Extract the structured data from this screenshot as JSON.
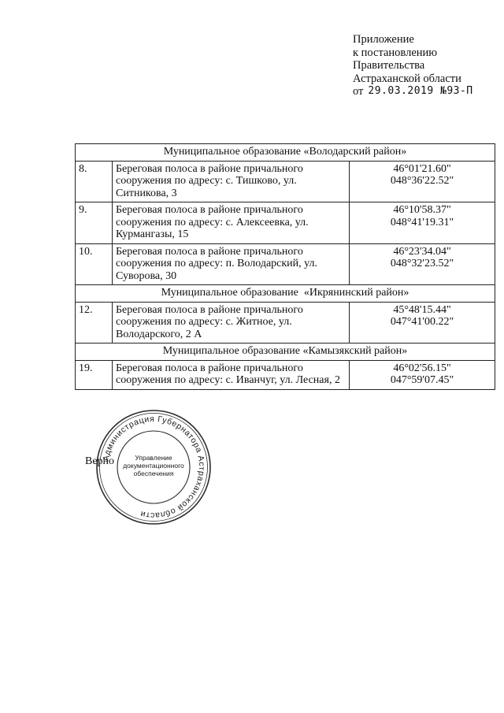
{
  "header": {
    "line1": "Приложение",
    "line2": "к постановлению",
    "line3": "Правительства",
    "line4": "Астраханской области",
    "date_prefix": "от",
    "date_value": "29.03.2019 №93-П"
  },
  "table": {
    "sections": [
      {
        "title": "Муниципальное образование «Володарский район»",
        "rows": [
          {
            "num": "8.",
            "desc": "Береговая полоса в районе причального сооружения по адресу: с. Тишково, ул. Ситникова, 3",
            "lat": "46°01'21.60\"",
            "lon": "048°36'22.52\""
          },
          {
            "num": "9.",
            "desc": "Береговая полоса в районе причального сооружения по адресу: с. Алексеевка, ул. Курмангазы, 15",
            "lat": "46°10'58.37\"",
            "lon": "048°41'19.31\""
          },
          {
            "num": "10.",
            "desc": "Береговая полоса в районе причального сооружения по адресу: п. Володарский, ул. Суворова, 30",
            "lat": "46°23'34.04\"",
            "lon": "048°32'23.52\""
          }
        ]
      },
      {
        "title": "Муниципальное образование  «Икрянинский район»",
        "rows": [
          {
            "num": "12.",
            "desc": "Береговая полоса в районе причального сооружения по адресу: с. Житное, ул. Володарского, 2 А",
            "lat": "45°48'15.44\"",
            "lon": "047°41'00.22\""
          }
        ]
      },
      {
        "title": "Муниципальное образование «Камызякский район»",
        "rows": [
          {
            "num": "19.",
            "desc": "Береговая полоса в районе причального сооружения по адресу: с. Иванчуг, ул. Лесная, 2",
            "lat": "46°02'56.15\"",
            "lon": "047°59'07.45\""
          }
        ]
      }
    ]
  },
  "footer": {
    "verno": "Верно"
  },
  "stamp": {
    "ring_text": "Администрация Губернатора Астраханской области",
    "center_line1": "Управление",
    "center_line2": "документационного",
    "center_line3": "обеспечения"
  }
}
